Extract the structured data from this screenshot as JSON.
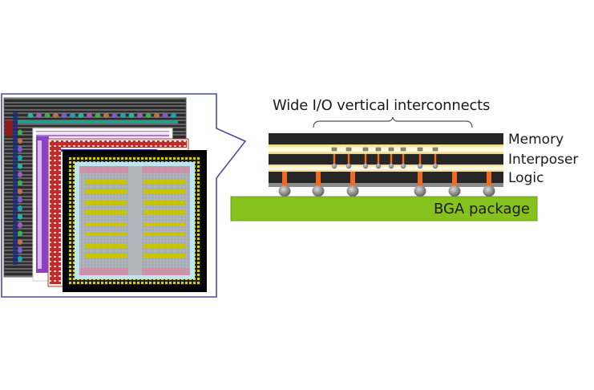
{
  "title": "Wide I/O vertical interconnects",
  "layers": {
    "memory": "Memory",
    "interposer": "Interposer",
    "logic": "Logic"
  },
  "package": "BGA package",
  "colors": {
    "callout_border": "#4b4ba0",
    "bga_green": "#86c21e",
    "tsv_orange": "#f26b1d",
    "die_black": "#262626",
    "bond_yellow": "#f1e79a",
    "bump_gray": "#8c8c8c",
    "layout_yellow": "#c8c400",
    "layout_gray": "#a9adb5"
  },
  "stack": {
    "interposer_tsv_count": 8,
    "logic_tsv_count": 6
  },
  "chip_stack_image": {
    "layers": [
      "io-ring-die",
      "memory-die",
      "interposer-die",
      "logic-die"
    ]
  }
}
